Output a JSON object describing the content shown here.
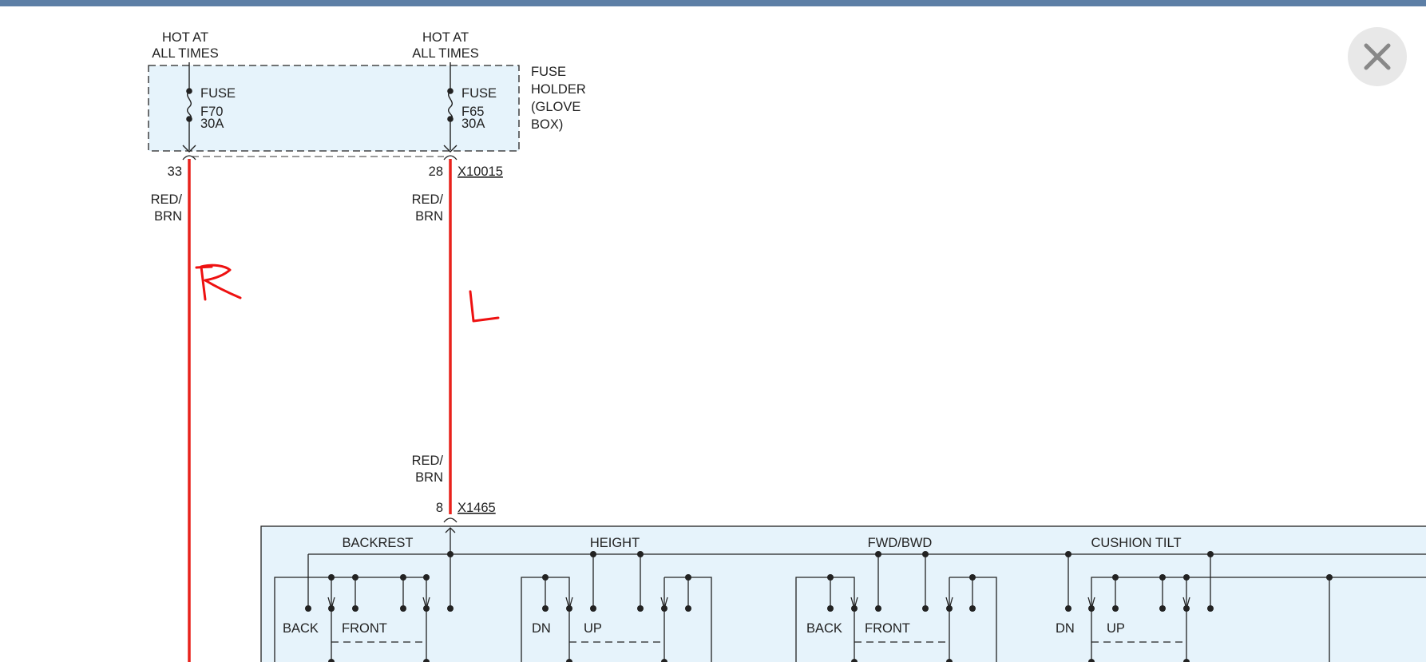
{
  "window": {
    "close_label": "close"
  },
  "supply": [
    {
      "hot_label_1": "HOT AT",
      "hot_label_2": "ALL TIMES",
      "fuse_label": "FUSE",
      "fuse_id": "F70",
      "fuse_rating": "30A",
      "pin": "33",
      "wire_color_1": "RED/",
      "wire_color_2": "BRN"
    },
    {
      "hot_label_1": "HOT AT",
      "hot_label_2": "ALL TIMES",
      "fuse_label": "FUSE",
      "fuse_id": "F65",
      "fuse_rating": "30A",
      "pin": "28",
      "wire_color_1": "RED/",
      "wire_color_2": "BRN",
      "connector": "X10015"
    }
  ],
  "fuse_holder": {
    "line1": "FUSE",
    "line2": "HOLDER",
    "line3": "(GLOVE",
    "line4": "BOX)"
  },
  "lower_wire": {
    "wire_color_1": "RED/",
    "wire_color_2": "BRN",
    "pin": "8",
    "connector": "X1465"
  },
  "annotations": {
    "right": "R",
    "left": "L"
  },
  "switch_module": {
    "groups": [
      {
        "title": "BACKREST",
        "pos_a": "BACK",
        "pos_b": "FRONT"
      },
      {
        "title": "HEIGHT",
        "pos_a": "DN",
        "pos_b": "UP"
      },
      {
        "title": "FWD/BWD",
        "pos_a": "BACK",
        "pos_b": "FRONT"
      },
      {
        "title": "CUSHION TILT",
        "pos_a": "DN",
        "pos_b": "UP"
      }
    ]
  },
  "colors": {
    "wire": "#e8221c",
    "annotation": "#ee1111",
    "fill": "#e6f3fb",
    "line": "#222222",
    "topbar": "#5d7fa6"
  }
}
